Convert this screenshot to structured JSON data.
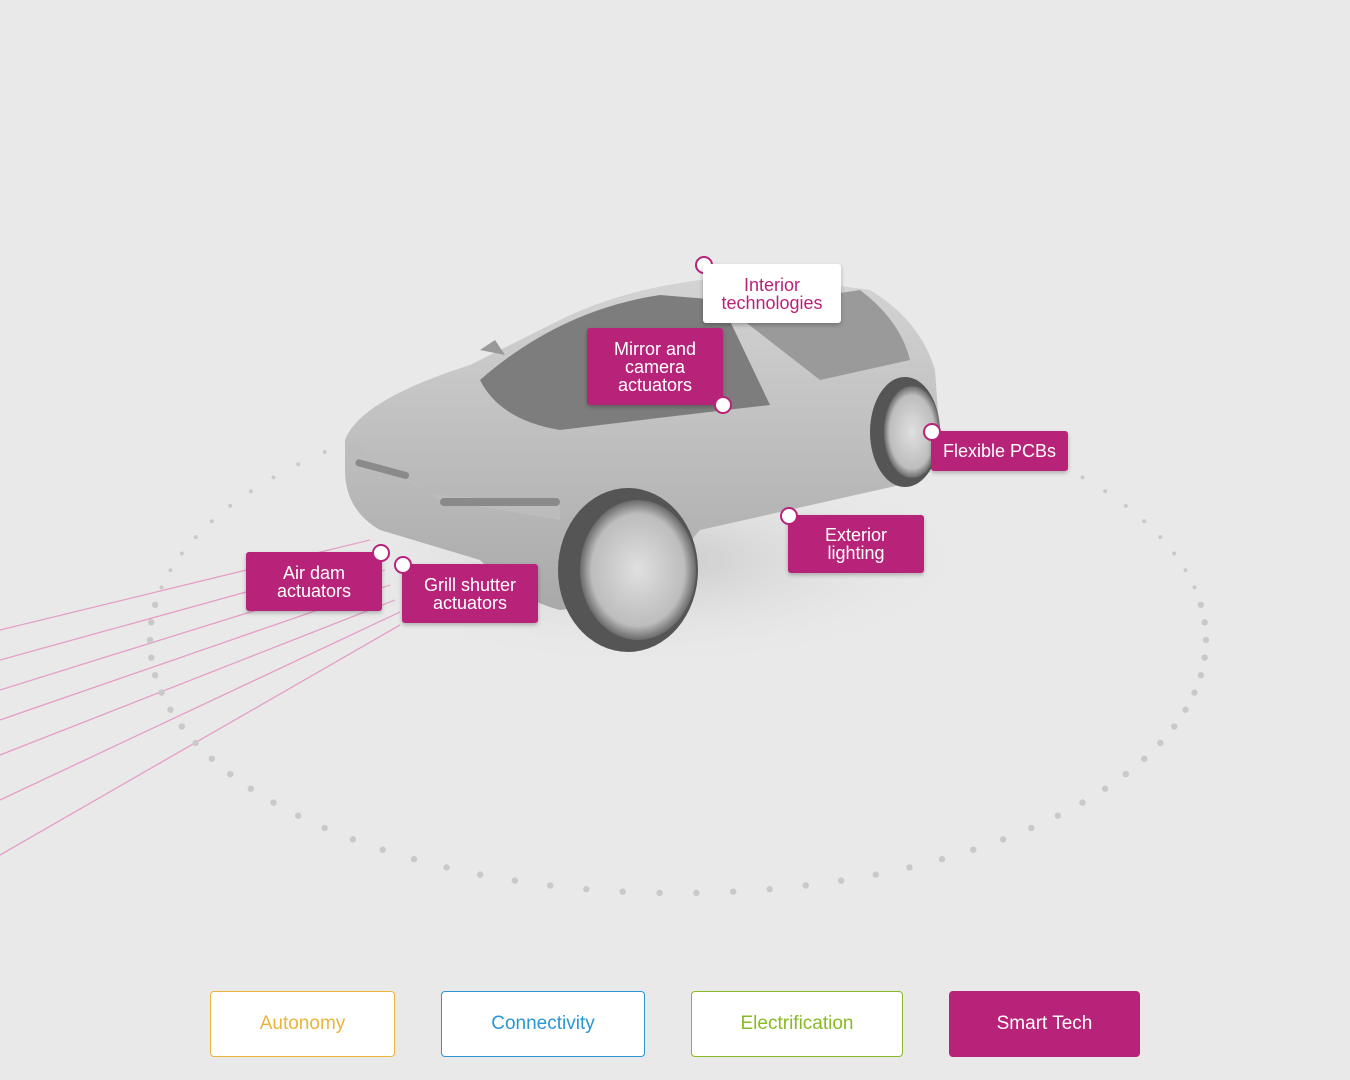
{
  "hotspots": [
    {
      "id": "interior",
      "label": "Interior\ntechnologies",
      "active": true
    },
    {
      "id": "mirror",
      "label": "Mirror and\ncamera\nactuators"
    },
    {
      "id": "pcb",
      "label": "Flexible PCBs"
    },
    {
      "id": "exterior",
      "label": "Exterior\nlighting"
    },
    {
      "id": "airdam",
      "label": "Air dam\nactuators"
    },
    {
      "id": "grill",
      "label": "Grill shutter\nactuators"
    }
  ],
  "categories": [
    {
      "label": "Autonomy",
      "color": "#e9b53c"
    },
    {
      "label": "Connectivity",
      "color": "#2a97d4"
    },
    {
      "label": "Electrification",
      "color": "#88bb23"
    },
    {
      "label": "Smart Tech",
      "color": "#b8237a",
      "selected": true
    }
  ],
  "colors": {
    "accent": "#b8237a",
    "background": "#e9e9e9"
  }
}
